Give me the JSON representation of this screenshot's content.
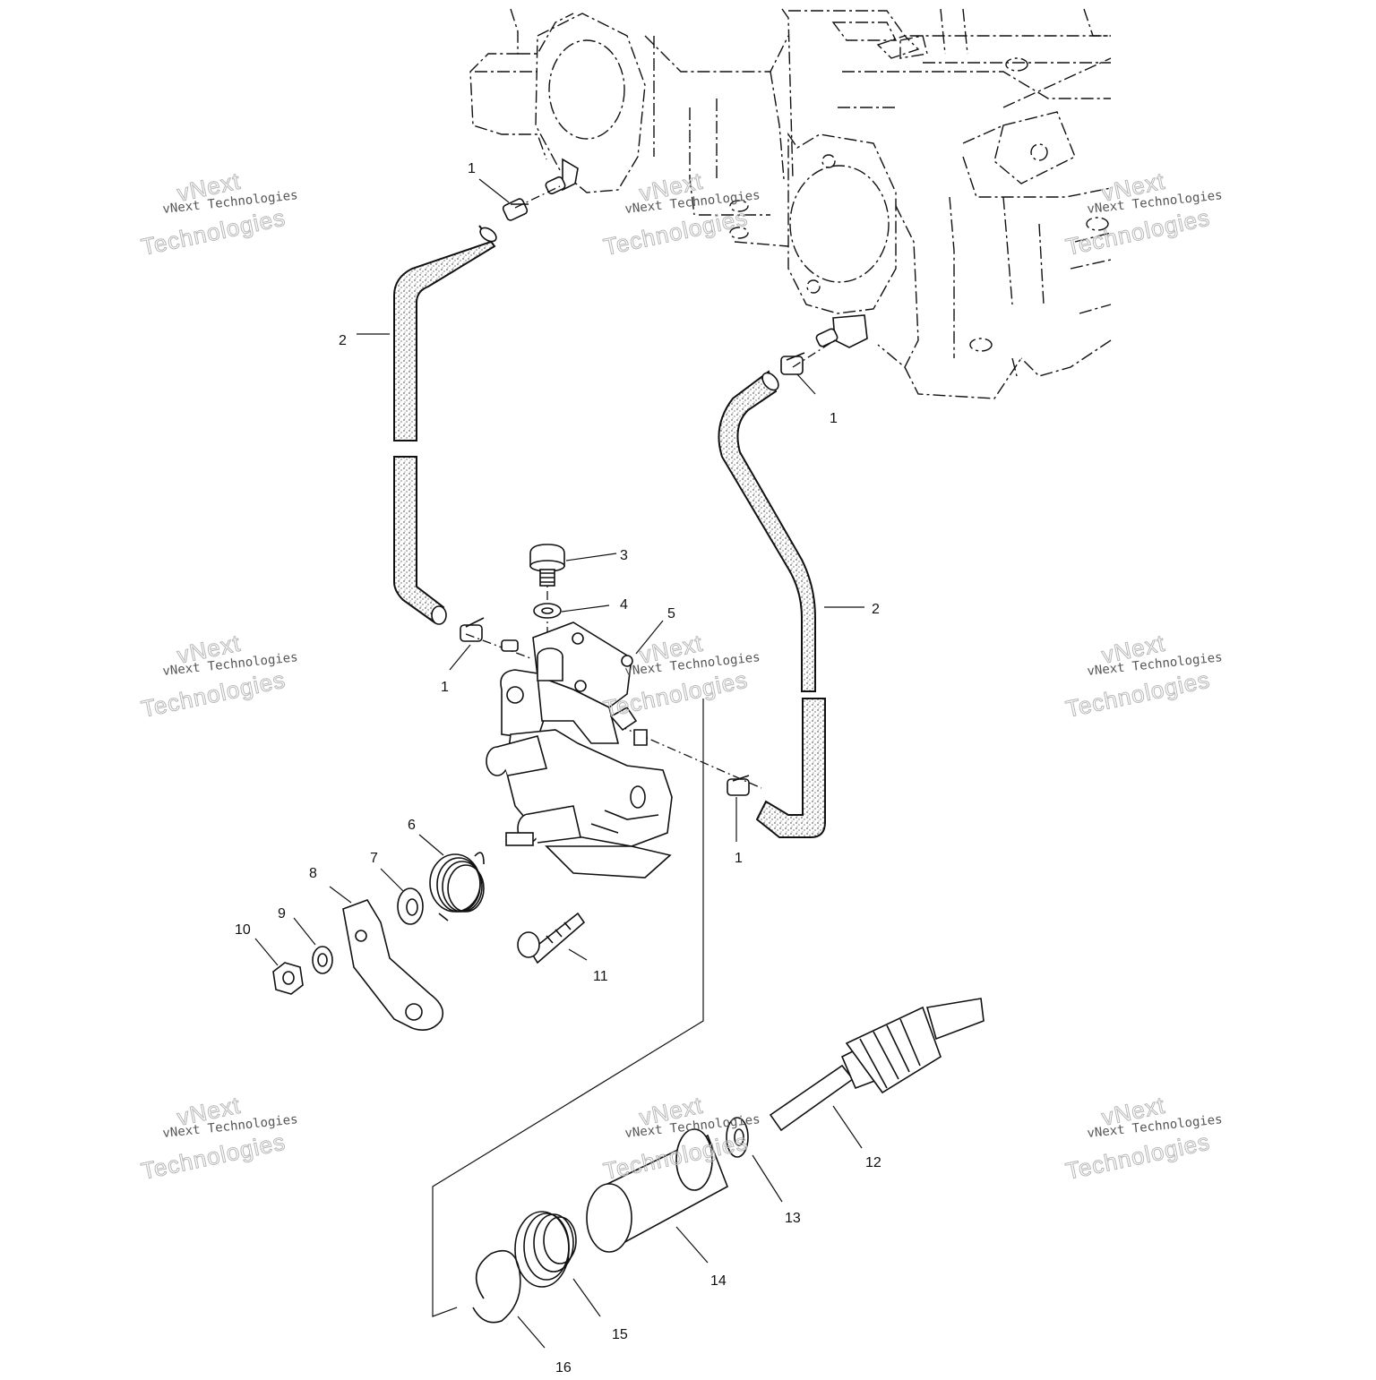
{
  "watermark": {
    "line1": "vNext",
    "line2": "vNext Technologies",
    "line3": "Technologies"
  },
  "callouts": [
    {
      "id": "c1a",
      "label": "1"
    },
    {
      "id": "c1b",
      "label": "1"
    },
    {
      "id": "c1c",
      "label": "1"
    },
    {
      "id": "c1d",
      "label": "1"
    },
    {
      "id": "c2a",
      "label": "2"
    },
    {
      "id": "c2b",
      "label": "2"
    },
    {
      "id": "c3",
      "label": "3"
    },
    {
      "id": "c4",
      "label": "4"
    },
    {
      "id": "c5",
      "label": "5"
    },
    {
      "id": "c6",
      "label": "6"
    },
    {
      "id": "c7",
      "label": "7"
    },
    {
      "id": "c8",
      "label": "8"
    },
    {
      "id": "c9",
      "label": "9"
    },
    {
      "id": "c10",
      "label": "10"
    },
    {
      "id": "c11",
      "label": "11"
    },
    {
      "id": "c12",
      "label": "12"
    },
    {
      "id": "c13",
      "label": "13"
    },
    {
      "id": "c14",
      "label": "14"
    },
    {
      "id": "c15",
      "label": "15"
    },
    {
      "id": "c16",
      "label": "16"
    }
  ],
  "parts": [
    {
      "callout": "1",
      "name": "hose-clamp"
    },
    {
      "callout": "2",
      "name": "oil-hose"
    },
    {
      "callout": "3",
      "name": "bleed-screw"
    },
    {
      "callout": "4",
      "name": "washer"
    },
    {
      "callout": "5",
      "name": "oil-pump"
    },
    {
      "callout": "6",
      "name": "return-spring"
    },
    {
      "callout": "7",
      "name": "washer"
    },
    {
      "callout": "8",
      "name": "pump-lever"
    },
    {
      "callout": "9",
      "name": "lock-washer"
    },
    {
      "callout": "10",
      "name": "nut"
    },
    {
      "callout": "11",
      "name": "screw"
    },
    {
      "callout": "12",
      "name": "drive-gear-shaft"
    },
    {
      "callout": "13",
      "name": "thrust-washer"
    },
    {
      "callout": "14",
      "name": "bushing"
    },
    {
      "callout": "15",
      "name": "seal"
    },
    {
      "callout": "16",
      "name": "snap-ring"
    }
  ]
}
